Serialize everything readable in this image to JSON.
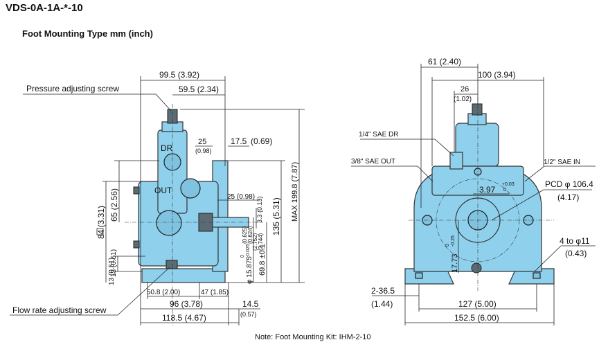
{
  "header": {
    "title": "VDS-0A-1A-*-10",
    "subtitle": "Foot Mounting Type mm (inch)"
  },
  "side_view": {
    "labels": {
      "pressure_screw": "Pressure adjusting screw",
      "flow_screw": "Flow rate adjusting screw",
      "dr": "DR",
      "out": "OUT"
    },
    "dims": {
      "d_99_5": "99.5 (3.92)",
      "d_59_5": "59.5 (2.34)",
      "d_25": "25",
      "d_25_in": "(0.98)",
      "d_17_5": "17.5",
      "d_17_5_in": "(0.69)",
      "d_max": "MAX 199.8 (7.87)",
      "d_135": "135 (5.31)",
      "d_84": "84 (3.31)",
      "d_65": "65 (2.56)",
      "d_13_051": "13 (0.51)",
      "d_13_bottom": "13 (0.51)",
      "d_25_098": "25 (0.98)",
      "d_3_3": "3.3 (0.13)",
      "d_69_8": "69.8 ±0.1",
      "d_69_8_in": "(2.752)",
      "d_69_8_in2": "(2.744)",
      "d_shaft_a": "(0.625)",
      "d_shaft_b": "(0.624)",
      "d_shaft": "φ 15.875",
      "d_shaft_tol": "-0.025",
      "d_shaft_tol0": "0",
      "d_50_8": "50.8 (2.00)",
      "d_47": "47 (1.85)",
      "d_96": "96 (3.78)",
      "d_14_5": "14.5",
      "d_14_5_in": "(0.57)",
      "d_118_5": "118.5 (4.67)"
    }
  },
  "front_view": {
    "labels": {
      "dr": "1/4\" SAE DR",
      "out": "3/8\" SAE OUT",
      "in": "1/2\" SAE IN",
      "pcd": "PCD φ 106.4",
      "pcd_in": "(4.17)",
      "holes": "4 to φ11",
      "holes_in": "(0.43)",
      "d_397": "3.97",
      "d_397_tol_a": "+0.03",
      "d_397_tol_b": "0",
      "d_1773": "17.73",
      "d_1773_tol_a": "0",
      "d_1773_tol_b": "-0.25"
    },
    "dims": {
      "d_61": "61 (2.40)",
      "d_100": "100 (3.94)",
      "d_26": "26",
      "d_26_in": "(1.02)",
      "d_2_36_5": "2-36.5",
      "d_2_36_5_in": "(1.44)",
      "d_127": "127 (5.00)",
      "d_152_5": "152.5 (6.00)"
    }
  },
  "footer": {
    "note": "Note: Foot Mounting Kit: IHM-2-10"
  },
  "colors": {
    "pump_body": "#8fd0ec",
    "dark_parts": "#5a6b74"
  }
}
